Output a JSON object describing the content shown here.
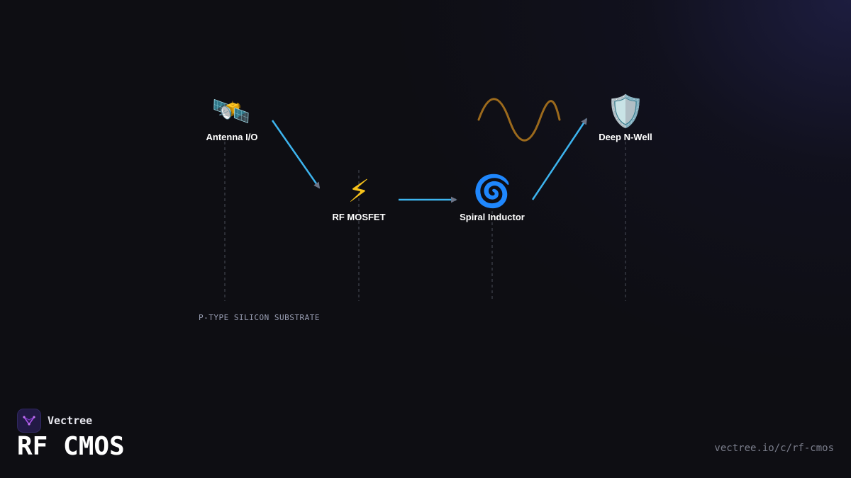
{
  "diagram": {
    "nodes": [
      {
        "id": "antenna",
        "label": "Antenna I/O",
        "icon": "🛰️",
        "icon_name": "satellite-antenna-icon"
      },
      {
        "id": "mosfet",
        "label": "RF MOSFET",
        "icon": "⚡",
        "icon_name": "lightning-icon"
      },
      {
        "id": "inductor",
        "label": "Spiral Inductor",
        "icon": "🌀",
        "icon_name": "spiral-icon"
      },
      {
        "id": "nwell",
        "label": "Deep N-Well",
        "icon": "🛡️",
        "icon_name": "shield-icon"
      }
    ],
    "edges": [
      {
        "from": "antenna",
        "to": "mosfet"
      },
      {
        "from": "mosfet",
        "to": "inductor"
      },
      {
        "from": "inductor",
        "to": "nwell"
      }
    ],
    "substrate_label": "P-TYPE SILICON SUBSTRATE",
    "colors": {
      "arrow": "#3db4ee",
      "arrowhead": "#6b7386",
      "wave": "#9c6a1c",
      "dashed_line": "#4a4d58"
    }
  },
  "brand": {
    "name": "Vectree",
    "logo_icon": "vectree-logo-icon"
  },
  "title": "RF CMOS",
  "url": "vectree.io/c/rf-cmos"
}
